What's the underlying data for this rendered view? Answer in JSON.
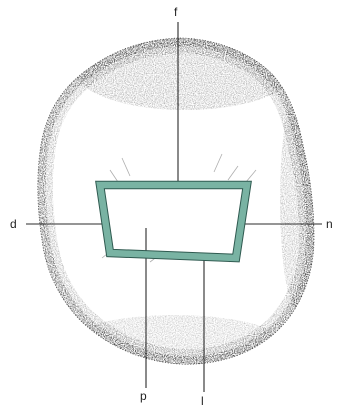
{
  "labels": {
    "top": "f",
    "left": "d",
    "right": "n",
    "bottom_left": "p",
    "bottom_right": "l"
  },
  "colors": {
    "outline_fill": "#79b3a3",
    "outline_edge": "#2f5a50",
    "guide_line": "#2b2b2b",
    "stipple": "#3a3a3a",
    "tooth_background": "#ffffff"
  }
}
